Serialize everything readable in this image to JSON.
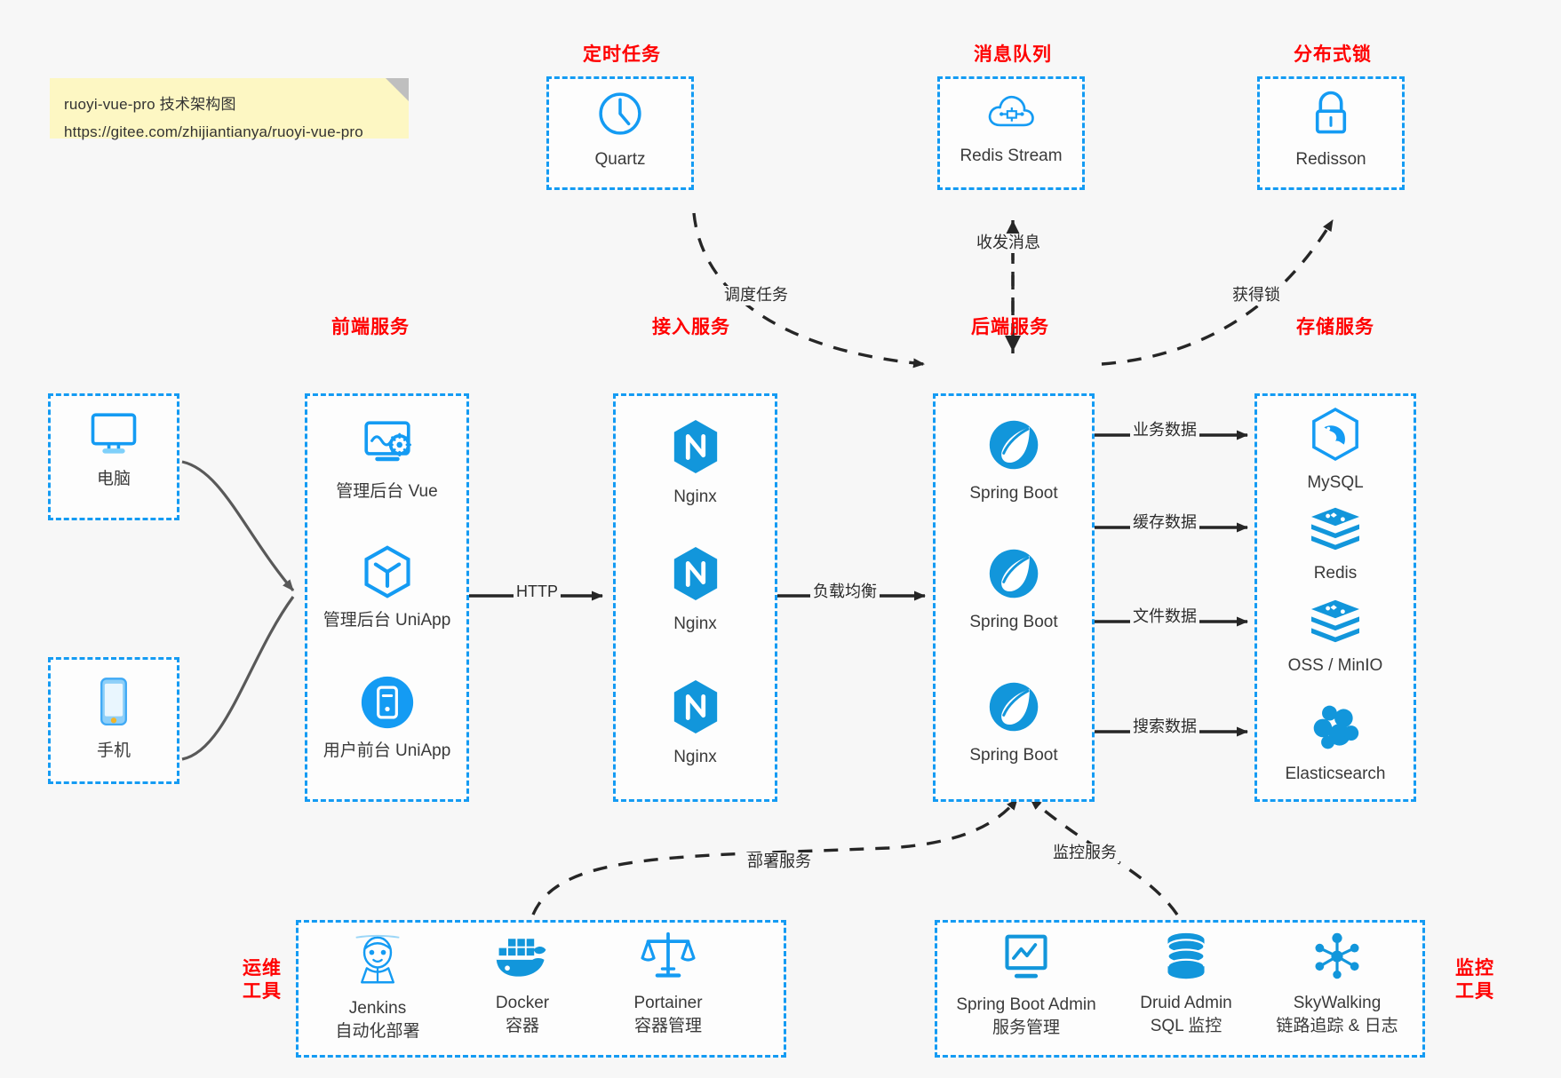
{
  "note": {
    "line1": "ruoyi-vue-pro 技术架构图",
    "line2": "https://gitee.com/zhijiantianya/ruoyi-vue-pro"
  },
  "colors": {
    "accent_blue": "#149bf3",
    "icon_blue": "#1296db",
    "title_red": "#ff0000",
    "background": "#f7f7f7",
    "note_yellow": "#fdf7c3",
    "arrow_dark": "#262626",
    "curve_gray": "#595959"
  },
  "groups": {
    "scheduler": {
      "title": "定时任务",
      "nodes": [
        {
          "label": "Quartz",
          "icon": "clock-icon"
        }
      ]
    },
    "mq": {
      "title": "消息队列",
      "nodes": [
        {
          "label": "Redis Stream",
          "icon": "cloud-stream-icon"
        }
      ]
    },
    "lock": {
      "title": "分布式锁",
      "nodes": [
        {
          "label": "Redisson",
          "icon": "lock-icon"
        }
      ]
    },
    "client_pc": {
      "nodes": [
        {
          "label": "电脑",
          "icon": "desktop-icon"
        }
      ]
    },
    "client_phone": {
      "nodes": [
        {
          "label": "手机",
          "icon": "mobile-icon"
        }
      ]
    },
    "frontend": {
      "title": "前端服务",
      "nodes": [
        {
          "label": "管理后台 Vue",
          "icon": "dashboard-vue-icon"
        },
        {
          "label": "管理后台 UniApp",
          "icon": "uniapp-cube-icon"
        },
        {
          "label": "用户前台 UniApp",
          "icon": "uniapp-circle-icon"
        }
      ]
    },
    "gateway": {
      "title": "接入服务",
      "nodes": [
        {
          "label": "Nginx",
          "icon": "nginx-icon"
        },
        {
          "label": "Nginx",
          "icon": "nginx-icon"
        },
        {
          "label": "Nginx",
          "icon": "nginx-icon"
        }
      ]
    },
    "backend": {
      "title": "后端服务",
      "nodes": [
        {
          "label": "Spring Boot",
          "icon": "spring-boot-icon"
        },
        {
          "label": "Spring Boot",
          "icon": "spring-boot-icon"
        },
        {
          "label": "Spring Boot",
          "icon": "spring-boot-icon"
        }
      ]
    },
    "storage": {
      "title": "存储服务",
      "nodes": [
        {
          "label": "MySQL",
          "icon": "mysql-icon"
        },
        {
          "label": "Redis",
          "icon": "redis-icon"
        },
        {
          "label": "OSS / MinIO",
          "icon": "oss-minio-icon"
        },
        {
          "label": "Elasticsearch",
          "icon": "elasticsearch-icon"
        }
      ]
    },
    "devops": {
      "title": "运维\n工具",
      "title_lines": [
        "运维",
        "工具"
      ],
      "nodes": [
        {
          "label": "Jenkins",
          "sub": "自动化部署",
          "icon": "jenkins-icon"
        },
        {
          "label": "Docker",
          "sub": "容器",
          "icon": "docker-icon"
        },
        {
          "label": "Portainer",
          "sub": "容器管理",
          "icon": "portainer-scale-icon"
        }
      ]
    },
    "monitor": {
      "title_lines": [
        "监控",
        "工具"
      ],
      "nodes": [
        {
          "label": "Spring Boot Admin",
          "sub": "服务管理",
          "icon": "monitor-screen-icon"
        },
        {
          "label": "Druid Admin",
          "sub": "SQL 监控",
          "icon": "database-stack-icon"
        },
        {
          "label": "SkyWalking",
          "sub": "链路追踪 & 日志",
          "icon": "skywalking-icon"
        }
      ]
    }
  },
  "edges": [
    {
      "id": "edge-schedule",
      "label": "调度任务",
      "from": "scheduler",
      "to": "backend",
      "style": "dashed"
    },
    {
      "id": "edge-message",
      "label": "收发消息",
      "from": "mq",
      "to": "backend",
      "style": "dashed-bidirectional"
    },
    {
      "id": "edge-getlock",
      "label": "获得锁",
      "from": "backend",
      "to": "lock",
      "style": "dashed"
    },
    {
      "id": "edge-http",
      "label": "HTTP",
      "from": "frontend",
      "to": "gateway",
      "style": "solid"
    },
    {
      "id": "edge-lb",
      "label": "负载均衡",
      "from": "gateway",
      "to": "backend",
      "style": "solid"
    },
    {
      "id": "edge-biz-data",
      "label": "业务数据",
      "from": "backend",
      "to": "mysql",
      "style": "solid"
    },
    {
      "id": "edge-cache-data",
      "label": "缓存数据",
      "from": "backend",
      "to": "redis",
      "style": "solid"
    },
    {
      "id": "edge-file-data",
      "label": "文件数据",
      "from": "backend",
      "to": "oss",
      "style": "solid"
    },
    {
      "id": "edge-search-data",
      "label": "搜索数据",
      "from": "backend",
      "to": "es",
      "style": "solid"
    },
    {
      "id": "edge-deploy",
      "label": "部署服务",
      "from": "devops",
      "to": "backend",
      "style": "dashed"
    },
    {
      "id": "edge-monitor",
      "label": "监控服务",
      "from": "monitor",
      "to": "backend",
      "style": "dashed"
    }
  ]
}
